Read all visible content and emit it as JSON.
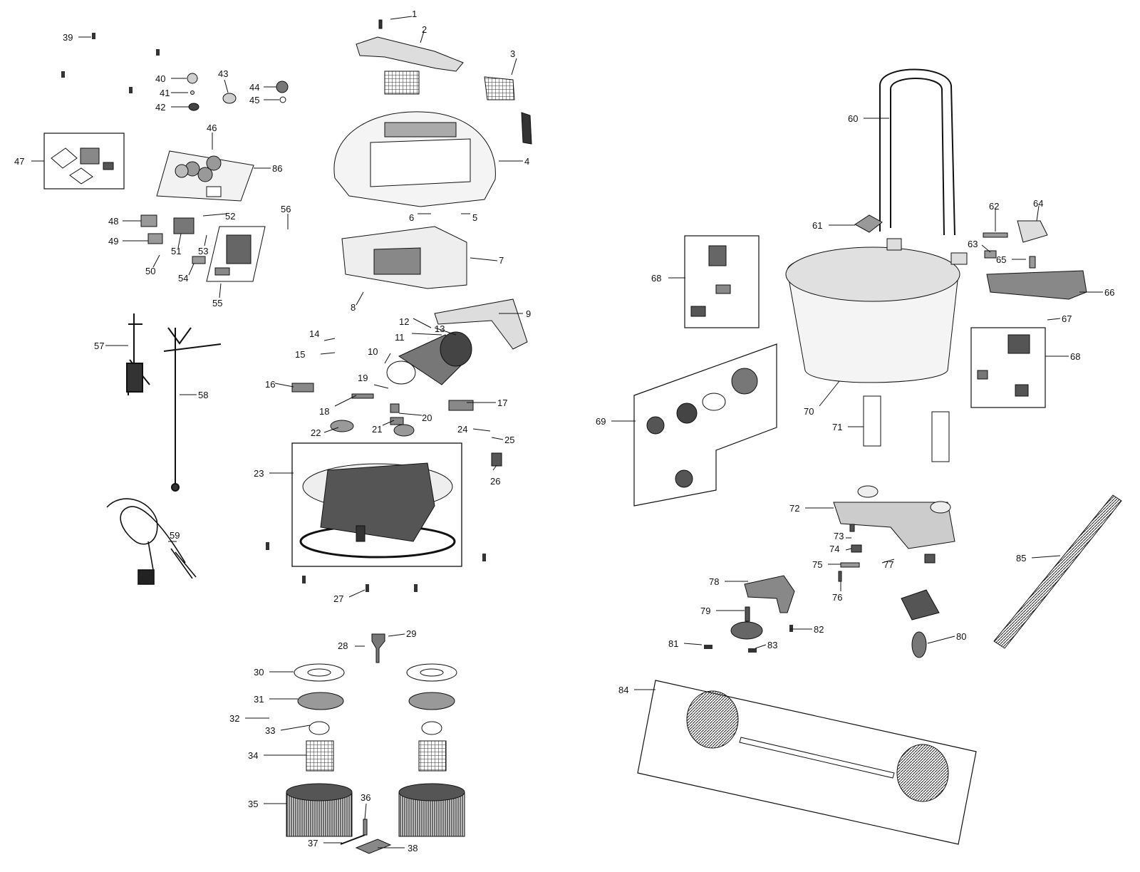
{
  "callouts": [
    {
      "n": "1",
      "label": "1"
    },
    {
      "n": "2",
      "label": "2"
    },
    {
      "n": "3",
      "label": "3"
    },
    {
      "n": "4",
      "label": "4"
    },
    {
      "n": "5",
      "label": "5"
    },
    {
      "n": "6",
      "label": "6"
    },
    {
      "n": "7",
      "label": "7"
    },
    {
      "n": "8",
      "label": "8"
    },
    {
      "n": "9",
      "label": "9"
    },
    {
      "n": "10",
      "label": "10"
    },
    {
      "n": "11",
      "label": "11"
    },
    {
      "n": "12",
      "label": "12"
    },
    {
      "n": "13",
      "label": "13"
    },
    {
      "n": "14",
      "label": "14"
    },
    {
      "n": "15",
      "label": "15"
    },
    {
      "n": "16",
      "label": "16"
    },
    {
      "n": "17",
      "label": "17"
    },
    {
      "n": "18",
      "label": "18"
    },
    {
      "n": "19",
      "label": "19"
    },
    {
      "n": "20",
      "label": "20"
    },
    {
      "n": "21",
      "label": "21"
    },
    {
      "n": "22",
      "label": "22"
    },
    {
      "n": "23",
      "label": "23"
    },
    {
      "n": "24",
      "label": "24"
    },
    {
      "n": "25",
      "label": "25"
    },
    {
      "n": "26",
      "label": "26"
    },
    {
      "n": "27",
      "label": "27"
    },
    {
      "n": "28",
      "label": "28"
    },
    {
      "n": "29",
      "label": "29"
    },
    {
      "n": "30",
      "label": "30"
    },
    {
      "n": "31",
      "label": "31"
    },
    {
      "n": "32",
      "label": "32"
    },
    {
      "n": "33",
      "label": "33"
    },
    {
      "n": "34",
      "label": "34"
    },
    {
      "n": "35",
      "label": "35"
    },
    {
      "n": "36",
      "label": "36"
    },
    {
      "n": "37",
      "label": "37"
    },
    {
      "n": "38",
      "label": "38"
    },
    {
      "n": "39",
      "label": "39"
    },
    {
      "n": "40",
      "label": "40"
    },
    {
      "n": "41",
      "label": "41"
    },
    {
      "n": "42",
      "label": "42"
    },
    {
      "n": "43",
      "label": "43"
    },
    {
      "n": "44",
      "label": "44"
    },
    {
      "n": "45",
      "label": "45"
    },
    {
      "n": "46",
      "label": "46"
    },
    {
      "n": "47",
      "label": "47"
    },
    {
      "n": "48",
      "label": "48"
    },
    {
      "n": "49",
      "label": "49"
    },
    {
      "n": "50",
      "label": "50"
    },
    {
      "n": "51",
      "label": "51"
    },
    {
      "n": "52",
      "label": "52"
    },
    {
      "n": "53",
      "label": "53"
    },
    {
      "n": "54",
      "label": "54"
    },
    {
      "n": "55",
      "label": "55"
    },
    {
      "n": "56",
      "label": "56"
    },
    {
      "n": "57",
      "label": "57"
    },
    {
      "n": "58",
      "label": "58"
    },
    {
      "n": "59",
      "label": "59"
    },
    {
      "n": "60",
      "label": "60"
    },
    {
      "n": "61",
      "label": "61"
    },
    {
      "n": "62",
      "label": "62"
    },
    {
      "n": "63",
      "label": "63"
    },
    {
      "n": "64",
      "label": "64"
    },
    {
      "n": "65",
      "label": "65"
    },
    {
      "n": "66",
      "label": "66"
    },
    {
      "n": "67",
      "label": "67"
    },
    {
      "n": "68a",
      "label": "68"
    },
    {
      "n": "68b",
      "label": "68"
    },
    {
      "n": "69",
      "label": "69"
    },
    {
      "n": "70",
      "label": "70"
    },
    {
      "n": "71",
      "label": "71"
    },
    {
      "n": "72",
      "label": "72"
    },
    {
      "n": "73",
      "label": "73"
    },
    {
      "n": "74",
      "label": "74"
    },
    {
      "n": "75",
      "label": "75"
    },
    {
      "n": "76",
      "label": "76"
    },
    {
      "n": "77",
      "label": "77"
    },
    {
      "n": "78",
      "label": "78"
    },
    {
      "n": "79",
      "label": "79"
    },
    {
      "n": "80",
      "label": "80"
    },
    {
      "n": "81",
      "label": "81"
    },
    {
      "n": "82",
      "label": "82"
    },
    {
      "n": "83",
      "label": "83"
    },
    {
      "n": "84",
      "label": "84"
    },
    {
      "n": "85",
      "label": "85"
    },
    {
      "n": "86",
      "label": "86"
    }
  ],
  "colors": {
    "line": "#1a1a1a",
    "fill_light": "#e6e6e6",
    "fill_mid": "#9a9a9a",
    "fill_dark": "#3a3a3a"
  }
}
